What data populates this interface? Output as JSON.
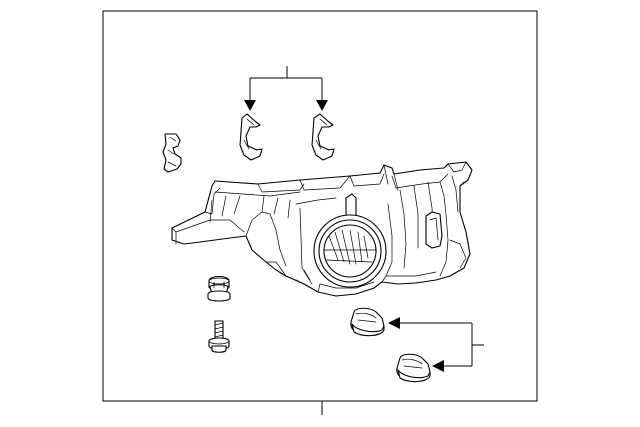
{
  "diagram": {
    "type": "exploded-parts-diagram",
    "subject": "headlamp-assembly",
    "colors": {
      "line": "#000000",
      "background": "#ffffff",
      "frame_fill": "#ffffff"
    },
    "parts": [
      {
        "name": "headlamp-housing",
        "icon": "headlamp-housing-icon"
      },
      {
        "name": "clip",
        "icon": "clip-icon"
      },
      {
        "name": "adjuster-bracket-left",
        "icon": "bracket-clip-icon"
      },
      {
        "name": "adjuster-bracket-right",
        "icon": "bracket-clip-icon"
      },
      {
        "name": "grommet",
        "icon": "grommet-icon"
      },
      {
        "name": "bolt",
        "icon": "bolt-icon"
      },
      {
        "name": "nut-upper",
        "icon": "nut-icon"
      },
      {
        "name": "nut-lower",
        "icon": "nut-icon"
      }
    ],
    "callouts": [
      {
        "name": "bracket-callout",
        "targets": [
          "adjuster-bracket-left",
          "adjuster-bracket-right"
        ]
      },
      {
        "name": "nut-callout",
        "targets": [
          "nut-upper",
          "nut-lower"
        ]
      },
      {
        "name": "assembly-callout",
        "targets": [
          "headlamp-housing"
        ]
      }
    ]
  }
}
